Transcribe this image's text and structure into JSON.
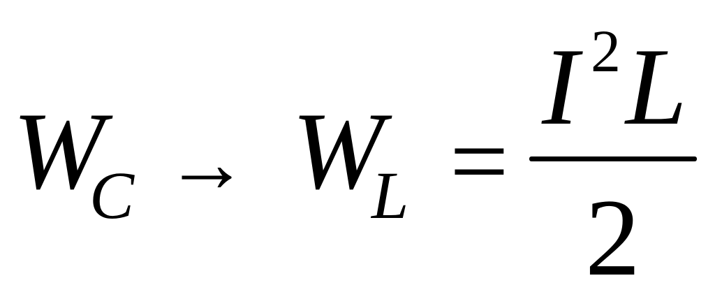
{
  "formula": {
    "lhs": {
      "symbol": "W",
      "subscript": "C"
    },
    "arrow": "→",
    "rhs": {
      "symbol": "W",
      "subscript": "L"
    },
    "equals": "=",
    "fraction": {
      "numerator": {
        "base": "I",
        "exponent": "2",
        "factor": "L"
      },
      "denominator": "2"
    }
  }
}
